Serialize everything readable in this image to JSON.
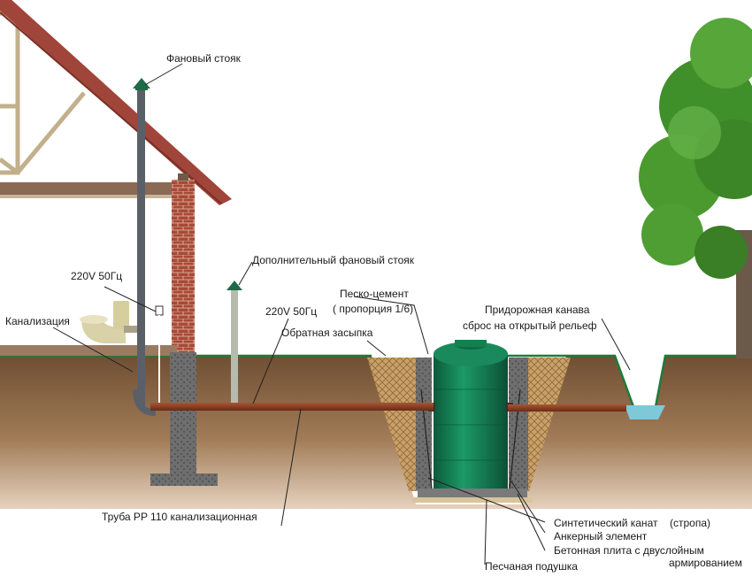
{
  "labels": {
    "vent_stack": "Фановый стояк",
    "extra_vent_stack": "Дополнительный фановый стояк",
    "power_left": "220V 50Гц",
    "power_mid": "220V 50Гц",
    "sewer": "Канализация",
    "sand_cement": "Песко-цемент",
    "proportion": "( пропорция 1/6)",
    "backfill": "Обратная засыпка",
    "ditch_line1": "Придорожная канава",
    "ditch_line2": "сброс на открытый рельеф",
    "pipe": "Труба PP 110 канализационная",
    "rope": "Синтетический канат",
    "sling": "(стропа)",
    "anchor": "Анкерный элемент",
    "slab_line1": "Бетонная плита с двуслойным",
    "slab_line2": "армированием",
    "sand_cushion": "Песчаная подушка"
  },
  "colors": {
    "soil": "#7d5b3c",
    "grass": "#1f7a3a",
    "tank": "#127a52",
    "pipe": "#8b3a1e",
    "brick": "#a0402e",
    "roof": "#a0453a",
    "concrete": "#8f8f8f",
    "water": "#7ec8d8"
  }
}
